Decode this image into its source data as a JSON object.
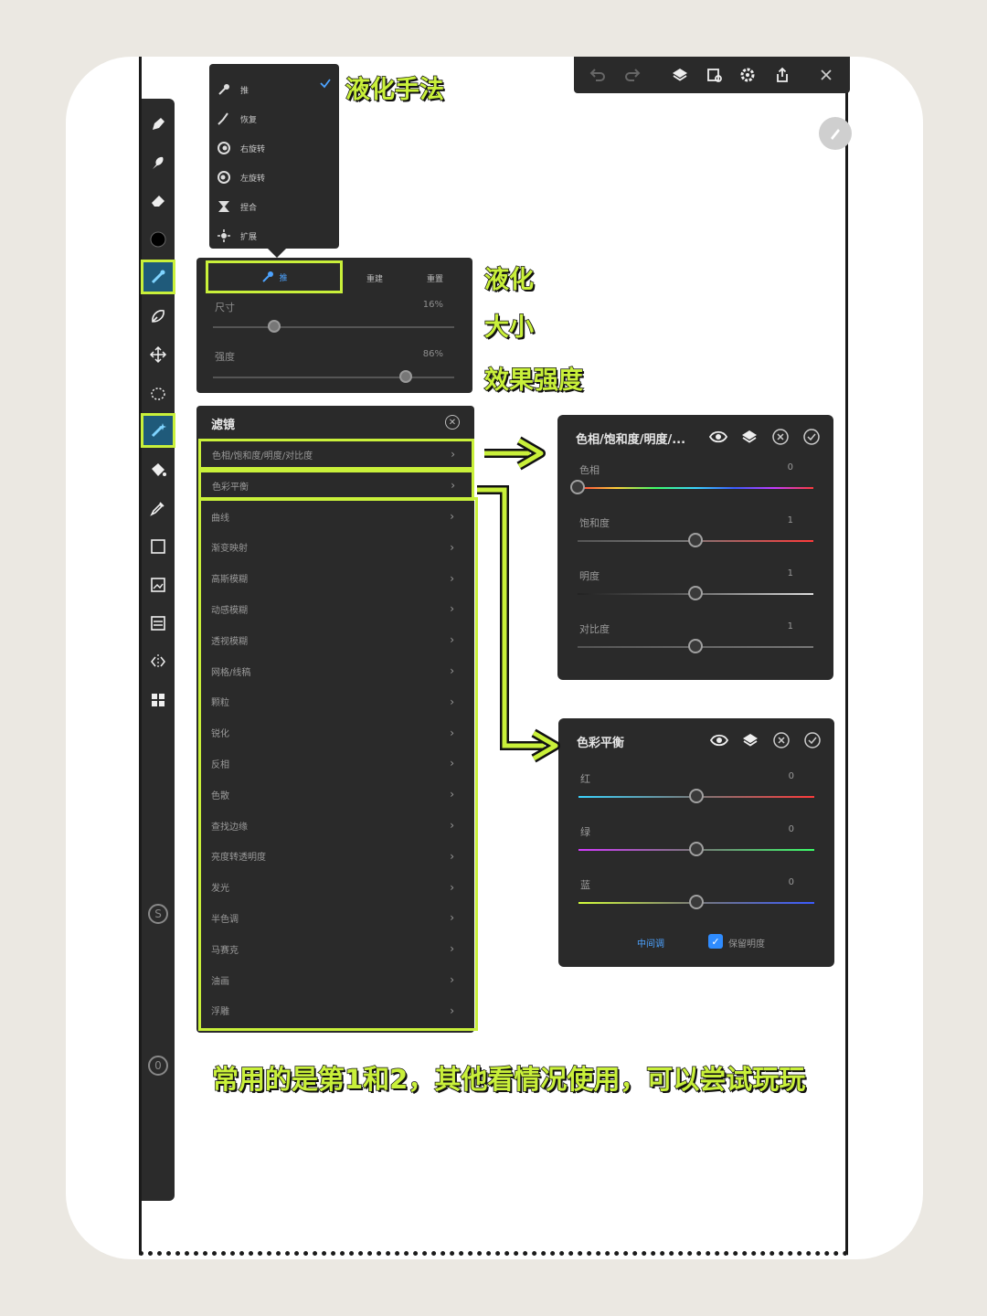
{
  "topbar": {
    "icons": [
      "undo-icon",
      "redo-icon",
      "layers-icon",
      "gallery-icon",
      "gear-icon",
      "share-icon",
      "close-icon"
    ]
  },
  "toolbar": {
    "icons": [
      "pen-icon",
      "smudge-icon",
      "eraser-icon",
      "color-icon",
      "liquify-icon",
      "lasso-icon",
      "move-icon",
      "selection-icon",
      "filter-icon",
      "fill-icon",
      "eyedropper-icon",
      "shape-icon",
      "image-icon",
      "text-icon",
      "symmetry-icon",
      "grid-icon"
    ],
    "badge_s": "S",
    "badge_0": "0"
  },
  "liquify_menu": {
    "items": [
      "推",
      "恢复",
      "右旋转",
      "左旋转",
      "捏合",
      "扩展"
    ],
    "selected_index": 0
  },
  "liquify_panel": {
    "mode_label": "推",
    "reset_label": "重建",
    "redo_label": "重置",
    "size": {
      "label": "尺寸",
      "value": "16%",
      "fraction": 0.16
    },
    "strength": {
      "label": "强度",
      "value": "86%",
      "fraction": 0.86
    }
  },
  "filter_panel": {
    "title": "滤镜",
    "items": [
      "色相/饱和度/明度/对比度",
      "色彩平衡",
      "曲线",
      "渐变映射",
      "高斯模糊",
      "动感模糊",
      "透视模糊",
      "网格/线稿",
      "颗粒",
      "锐化",
      "反相",
      "色散",
      "查找边缘",
      "亮度转透明度",
      "发光",
      "半色调",
      "马赛克",
      "油画",
      "浮雕"
    ]
  },
  "hsb_panel": {
    "title": "色相/饱和度/明度/...",
    "rows": [
      {
        "label": "色相",
        "value": "0",
        "fraction": 0.0
      },
      {
        "label": "饱和度",
        "value": "1",
        "fraction": 0.5
      },
      {
        "label": "明度",
        "value": "1",
        "fraction": 0.5
      },
      {
        "label": "对比度",
        "value": "1",
        "fraction": 0.5
      }
    ]
  },
  "balance_panel": {
    "title": "色彩平衡",
    "rows": [
      {
        "label": "红",
        "value": "0",
        "fraction": 0.5
      },
      {
        "label": "绿",
        "value": "0",
        "fraction": 0.5
      },
      {
        "label": "蓝",
        "value": "0",
        "fraction": 0.5
      }
    ],
    "tone_label": "中间调",
    "preserve_label": "保留明度",
    "preserve_checked": true
  },
  "annotations": {
    "liquify_methods": "液化手法",
    "liquify": "液化",
    "size": "大小",
    "strength": "效果强度",
    "summary": "常用的是第1和2，其他看情况使用，可以尝试玩玩"
  },
  "colors": {
    "highlight": "#c9f03a",
    "panel": "#2a2a2a",
    "accent": "#4da3ff"
  }
}
